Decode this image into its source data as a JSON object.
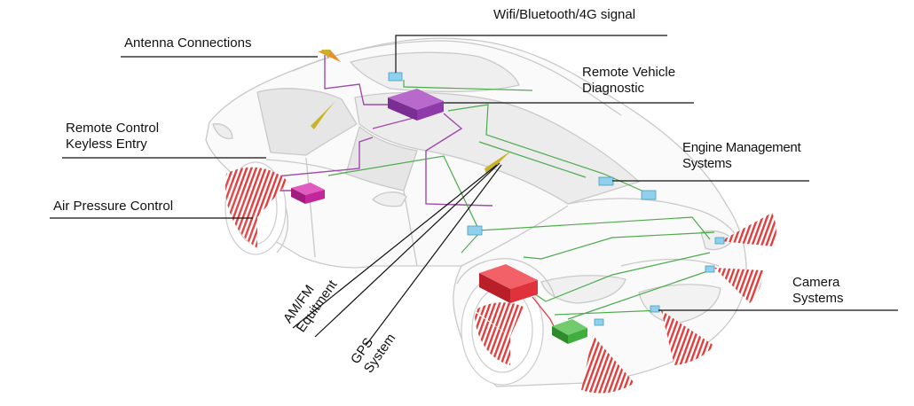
{
  "diagram": {
    "labels": {
      "wifi": "Wifi/Bluetooth/4G signal",
      "antenna": "Antenna Connections",
      "remote_vehicle": "Remote Vehicle\nDiagnostic",
      "keyless": "Remote Control\nKeyless Entry",
      "engine": "Engine Management\nSystems",
      "air_pressure": "Air Pressure Control",
      "camera": "Camera\nSystems",
      "amfm": "AM/FM\nEquitment",
      "gps": "GPS\nSystem"
    },
    "colors": {
      "outline": "#c9c9c9",
      "glass": "#e6e6e6",
      "purple_module": "#8e3aa8",
      "magenta_module": "#c2269a",
      "red_module": "#e0323c",
      "green_module": "#3fae3c",
      "blue_module": "#8fd0ec",
      "antenna_yellow": "#c8b428",
      "antenna_orange": "#e8902a",
      "sensor_red": "#e23c3c",
      "wire_green": "#4cab4c",
      "wire_purple": "#a04aa8"
    },
    "icons": [
      "car-outline-icon",
      "antenna-icon",
      "control-module-icon",
      "sensor-wave-icon"
    ]
  }
}
